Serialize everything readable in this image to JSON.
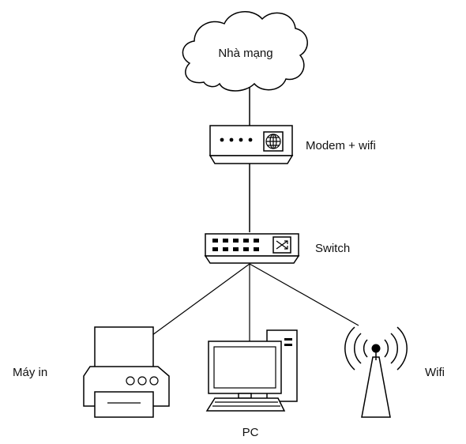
{
  "diagram": {
    "nodes": {
      "internet": {
        "label": "Nhà mạng",
        "icon": "cloud-icon"
      },
      "modem": {
        "label": "Modem + wifi",
        "icon": "modem-router-icon"
      },
      "switch": {
        "label": "Switch",
        "icon": "network-switch-icon"
      },
      "printer": {
        "label": "Máy in",
        "icon": "printer-icon"
      },
      "pc": {
        "label": "PC",
        "icon": "desktop-computer-icon"
      },
      "wifi": {
        "label": "Wifi",
        "icon": "wifi-antenna-icon"
      }
    },
    "edges": [
      {
        "from": "internet",
        "to": "modem"
      },
      {
        "from": "modem",
        "to": "switch"
      },
      {
        "from": "switch",
        "to": "printer"
      },
      {
        "from": "switch",
        "to": "pc"
      },
      {
        "from": "switch",
        "to": "wifi"
      }
    ],
    "colors": {
      "stroke": "#000000",
      "background": "#ffffff"
    }
  }
}
